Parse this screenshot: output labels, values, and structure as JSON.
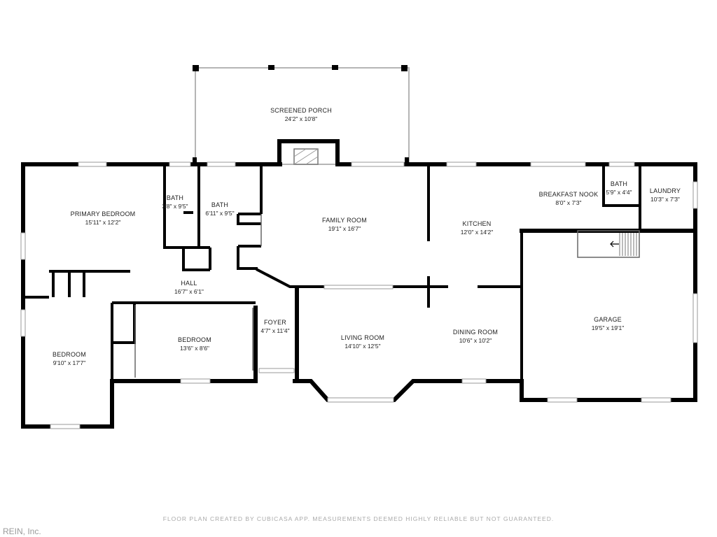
{
  "rooms": {
    "screened_porch": {
      "name": "SCREENED PORCH",
      "dims": "24'2\" x 10'8\""
    },
    "primary_bedroom": {
      "name": "PRIMARY BEDROOM",
      "dims": "15'11\" x 12'2\""
    },
    "bath_1": {
      "name": "BATH",
      "dims": "3'8\" x 9'5\""
    },
    "bath_2": {
      "name": "BATH",
      "dims": "6'11\" x 9'5\""
    },
    "family_room": {
      "name": "FAMILY ROOM",
      "dims": "19'1\" x 16'7\""
    },
    "kitchen": {
      "name": "KITCHEN",
      "dims": "12'0\" x 14'2\""
    },
    "breakfast_nook": {
      "name": "BREAKFAST NOOK",
      "dims": "8'0\" x 7'3\""
    },
    "bath_3": {
      "name": "BATH",
      "dims": "5'9\" x 4'4\""
    },
    "laundry": {
      "name": "LAUNDRY",
      "dims": "10'3\" x 7'3\""
    },
    "hall": {
      "name": "HALL",
      "dims": "16'7\" x 6'1\""
    },
    "bedroom_1": {
      "name": "BEDROOM",
      "dims": "13'6\" x 8'6\""
    },
    "bedroom_2": {
      "name": "BEDROOM",
      "dims": "9'10\" x 17'7\""
    },
    "foyer": {
      "name": "FOYER",
      "dims": "4'7\" x 11'4\""
    },
    "living_room": {
      "name": "LIVING ROOM",
      "dims": "14'10\" x 12'5\""
    },
    "dining_room": {
      "name": "DINING ROOM",
      "dims": "10'6\" x 10'2\""
    },
    "garage": {
      "name": "GARAGE",
      "dims": "19'5\" x 19'1\""
    }
  },
  "footer_note": "FLOOR PLAN CREATED BY CUBICASA APP. MEASUREMENTS DEEMED HIGHLY RELIABLE BUT NOT GUARANTEED.",
  "credit": "REIN, Inc.",
  "colors": {
    "wall": "#000000",
    "thin_wall": "#555555",
    "window": "#bbbbbb",
    "text": "#222222"
  }
}
